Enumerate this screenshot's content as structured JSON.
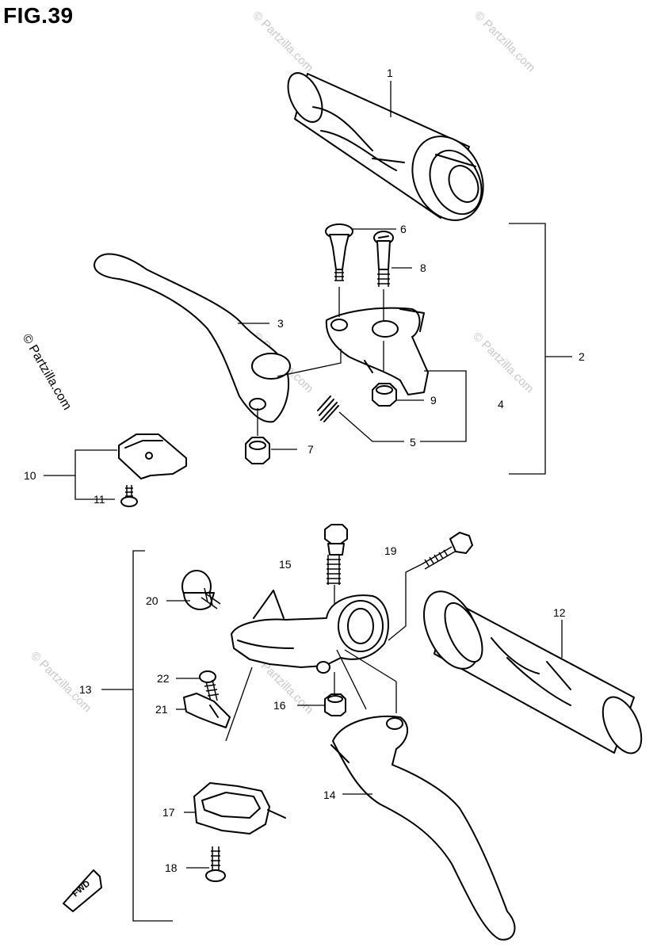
{
  "figure": {
    "title": "FIG.39"
  },
  "watermark": {
    "text": "© Partzilla.com"
  },
  "callouts": {
    "c1": "1",
    "c2": "2",
    "c3": "3",
    "c4": "4",
    "c5": "5",
    "c6": "6",
    "c7": "7",
    "c8": "8",
    "c9": "9",
    "c10": "10",
    "c11": "11",
    "c12": "12",
    "c13": "13",
    "c14": "14",
    "c15": "15",
    "c16": "16",
    "c17": "17",
    "c18": "18",
    "c19": "19",
    "c20": "20",
    "c21": "21",
    "c22": "22"
  },
  "arrow": {
    "label": "FWD"
  }
}
